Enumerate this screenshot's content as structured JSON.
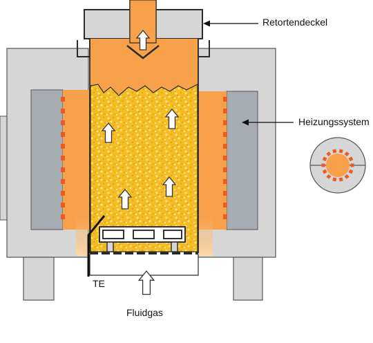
{
  "labels": {
    "lid": "Retortendeckel",
    "heating": "Heizungssystem",
    "te": "TE",
    "gas": "Fluidgas"
  },
  "colors": {
    "furnace_gray": "#d6d6d6",
    "heater_gray": "#a7acb2",
    "glow_orange": "#f7a14a",
    "bed_yellow": "#f2bb1f",
    "heater_element": "#ee5b22",
    "outline": "#2a2a2a"
  },
  "icons": {
    "arrow": "up-arrow-icon",
    "cross_section": "cross-section-icon"
  }
}
